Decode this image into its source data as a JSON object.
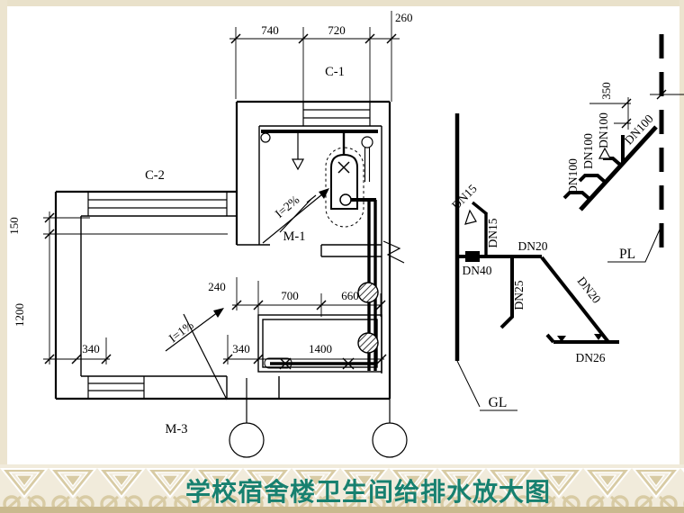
{
  "title_bar": {
    "text": "学校宿舍楼卫生间给排水放大图",
    "color": "#17806f"
  },
  "floor_plan": {
    "dims": {
      "top": [
        "740",
        "720",
        "260"
      ],
      "left": [
        "150",
        "1200",
        "340"
      ],
      "inner": [
        "240",
        "700",
        "660"
      ],
      "lower": [
        "340",
        "1400"
      ]
    },
    "windows": {
      "c1": "C-1",
      "c2": "C-2"
    },
    "doors": {
      "m1": "M-1",
      "m3": "M-3"
    },
    "slopes": {
      "bathroom": "I=2%",
      "washroom": "I=1%"
    }
  },
  "supply_diagram": {
    "label": "GL",
    "pipes": {
      "tap_branch": "DN15",
      "tap_riser": "DN15",
      "main": "DN40",
      "run": "DN20",
      "drop": "DN25",
      "diagonal": "DN20",
      "trough_line": "DN26"
    }
  },
  "drain_diagram": {
    "label": "PL",
    "offset_dim": "350",
    "pipes": {
      "branch1": "DN100",
      "branch2": "DN100",
      "branch3": "DN100",
      "main": "DN100"
    }
  }
}
